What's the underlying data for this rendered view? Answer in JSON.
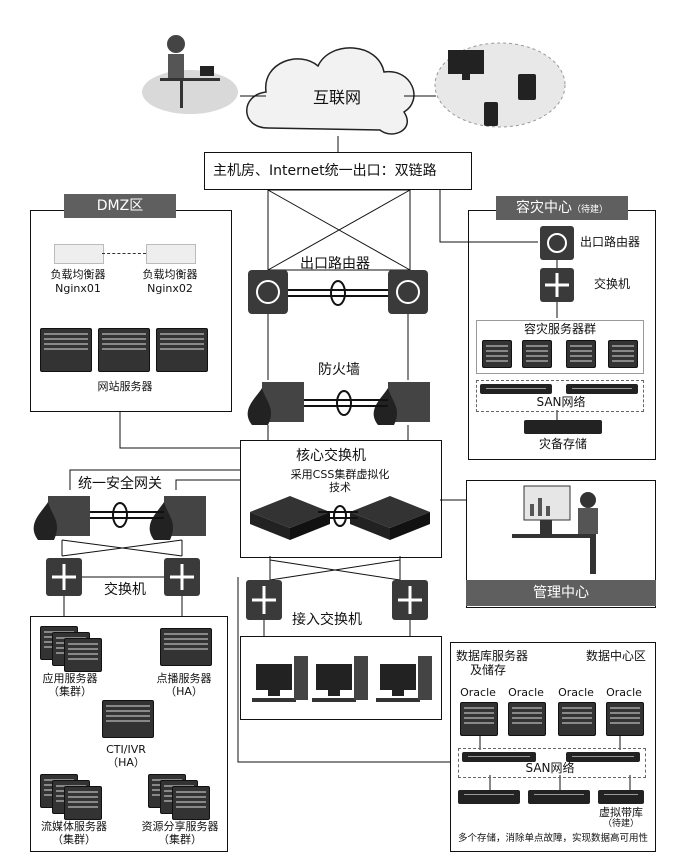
{
  "internet": {
    "label": "互联网"
  },
  "exit_bar": {
    "label": "主机房、Internet统一出口：双链路"
  },
  "dmz": {
    "header": "DMZ区",
    "lb1_label": "负载均衡器",
    "lb1_name": "Nginx01",
    "lb2_label": "负载均衡器",
    "lb2_name": "Nginx02",
    "web_servers": "网站服务器"
  },
  "exit_router": {
    "label": "出口路由器"
  },
  "firewall": {
    "label": "防火墙"
  },
  "dr": {
    "header": "容灾中心",
    "header_note": "（待建）",
    "router": "出口路由器",
    "switch": "交换机",
    "server_group": "容灾服务器群",
    "san": "SAN网络",
    "storage": "灾备存储"
  },
  "core": {
    "label": "核心交换机",
    "tech": "采用CSS集群虚拟化",
    "tech2": "技术"
  },
  "utm": {
    "label": "统一安全网关"
  },
  "switch_left": {
    "label": "交换机"
  },
  "access_switch": {
    "label": "接入交换机"
  },
  "mgmt": {
    "label": "管理中心"
  },
  "app_zone": {
    "app": "应用服务器",
    "app_note": "（集群）",
    "vod": "点播服务器",
    "vod_note": "（HA）",
    "cti": "CTI/IVR",
    "cti_note": "（HA）",
    "stream": "流媒体服务器",
    "stream_note": "（集群）",
    "share": "资源分享服务器",
    "share_note": "（集群）"
  },
  "dc": {
    "db_title": "数据库服务器",
    "db_title2": "及储存",
    "zone_title": "数据中心区",
    "oracle": [
      "Oracle",
      "Oracle",
      "Oracle",
      "Oracle"
    ],
    "san": "SAN网络",
    "tape": "虚拟带库",
    "tape_note": "（待建）",
    "footer": "多个存储，消除单点故障，实现数据高可用性"
  },
  "colors": {
    "header_gray": "#5f5f5f",
    "line": "#111111",
    "device": "#333333",
    "light": "#d9d9d9"
  }
}
